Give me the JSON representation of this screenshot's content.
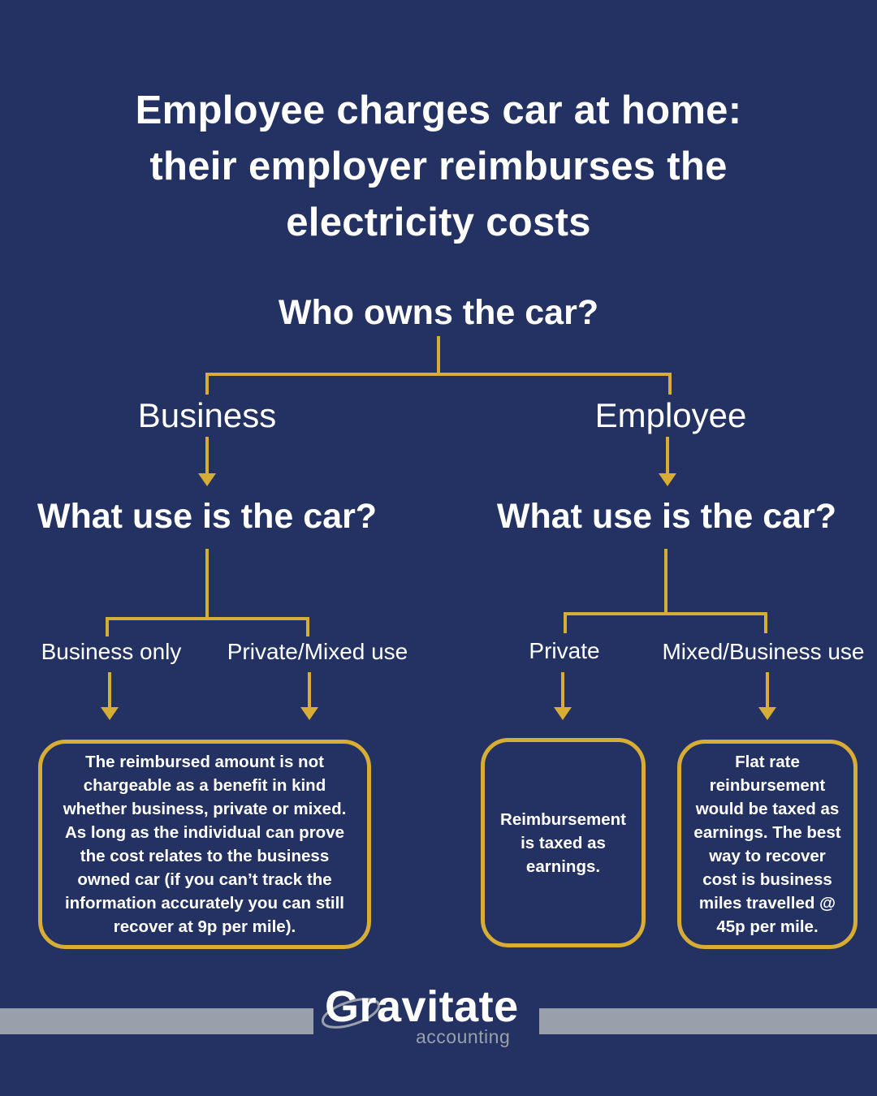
{
  "title": {
    "line1": "Employee charges car at home:",
    "line2": "their employer reimburses the",
    "line3": "electricity costs"
  },
  "root_question": "Who owns the car?",
  "business": {
    "label": "Business",
    "question": "What use is the car?",
    "options": [
      "Business only",
      "Private/Mixed use"
    ],
    "outcome_lines": [
      "The reimbursed amount is not",
      "chargeable as a benefit in kind",
      "whether business, private or mixed.",
      "As long as the individual can prove",
      "the cost relates to the business",
      "owned car (if you can’t track the",
      "information accurately you can still",
      "recover at 9p per mile)."
    ]
  },
  "employee": {
    "label": "Employee",
    "question": "What use is the car?",
    "options": [
      "Private",
      "Mixed/Business use"
    ],
    "private_outcome_lines": [
      "Reimbursement",
      "is taxed as",
      "earnings."
    ],
    "mixed_outcome_lines": [
      "Flat rate",
      "reinbursement",
      "would be taxed as",
      "earnings. The best",
      "way to recover",
      "cost is business",
      "miles travelled @",
      "45p per mile."
    ]
  },
  "logo": {
    "main": "Gravitate",
    "sub": "accounting"
  },
  "colors": {
    "background": "#233262",
    "connector": "#d8ad35",
    "text": "#ffffff",
    "bar": "#9aa0ab"
  }
}
